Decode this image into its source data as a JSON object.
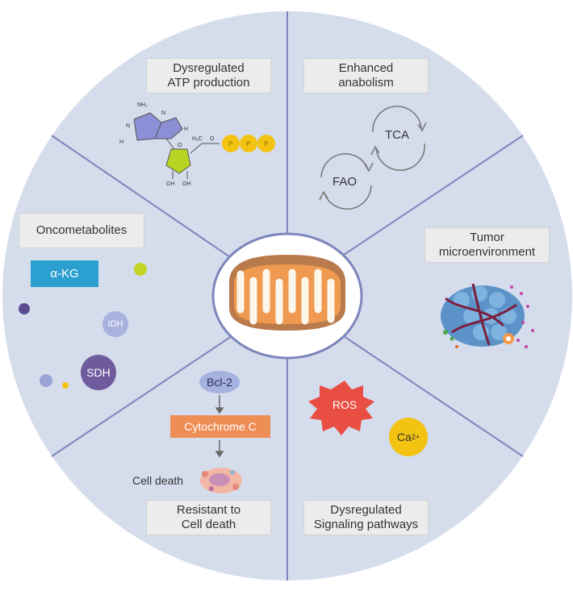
{
  "sections": {
    "atp_production": "Dysregulated\nATP production",
    "anabolism": "Enhanced\nanabolism",
    "oncometabolites": "Oncometabolites",
    "tumor_microenvironment": "Tumor\nmicroenvironment",
    "cell_death_resistance": "Resistant to\nCell death",
    "signaling_pathways": "Dysregulated\nSignaling pathways"
  },
  "anabolism_cycle": {
    "tca": "TCA",
    "fao": "FAO"
  },
  "oncometabolite_items": {
    "akg": "α-KG",
    "idh": "IDH",
    "sdh": "SDH"
  },
  "cell_death_chain": {
    "bcl2": "Bcl-2",
    "cytochrome": "Cytochrome C",
    "cell_death": "Cell death"
  },
  "signaling_items": {
    "ros": "ROS",
    "calcium": "Ca",
    "calcium_charge": "2+"
  },
  "atp_molecule_labels": {
    "nh2": "NH₂",
    "n": "N",
    "oh": "OH",
    "h": "H",
    "o": "O",
    "p": "P",
    "ch2": "H₂C"
  },
  "colors": {
    "wheel": "#d5dcec",
    "divider": "#7c86bb",
    "akg": "#2b9fd0",
    "idh": "#a9b2de",
    "sdh": "#6f5a9e",
    "bcl2": "#a5b1df",
    "cytochrome": "#ee8e57",
    "ros": "#e94e43",
    "calcium": "#f3c312",
    "mito_orange": "#ef9a50",
    "mito_brown": "#b97a4c"
  }
}
